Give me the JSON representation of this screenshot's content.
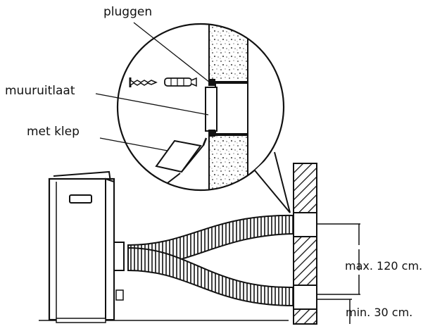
{
  "labels": {
    "pluggen": "pluggen",
    "muuruitlaat": "muuruitlaat",
    "met_klep": "met klep",
    "max_height": "max. 120 cm.",
    "min_height": "min. 30 cm."
  },
  "colors": {
    "line": "#111111",
    "background": "#ffffff"
  }
}
